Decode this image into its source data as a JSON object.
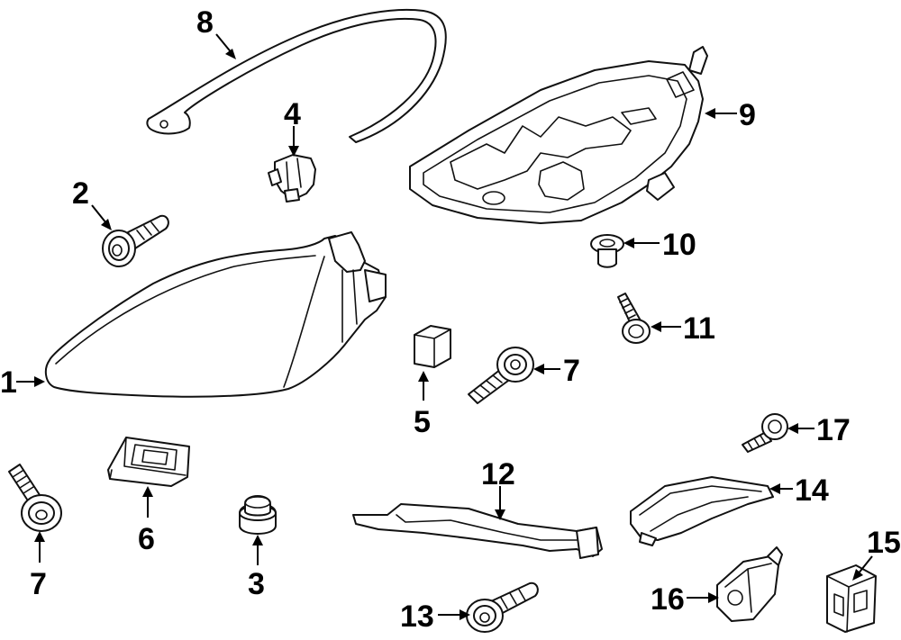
{
  "diagram": {
    "callouts": {
      "c1": "1",
      "c2": "2",
      "c3": "3",
      "c4": "4",
      "c5": "5",
      "c6": "6",
      "c7a": "7",
      "c7b": "7",
      "c8": "8",
      "c9": "9",
      "c10": "10",
      "c11": "11",
      "c12": "12",
      "c13": "13",
      "c14": "14",
      "c15": "15",
      "c16": "16",
      "c17": "17"
    }
  }
}
